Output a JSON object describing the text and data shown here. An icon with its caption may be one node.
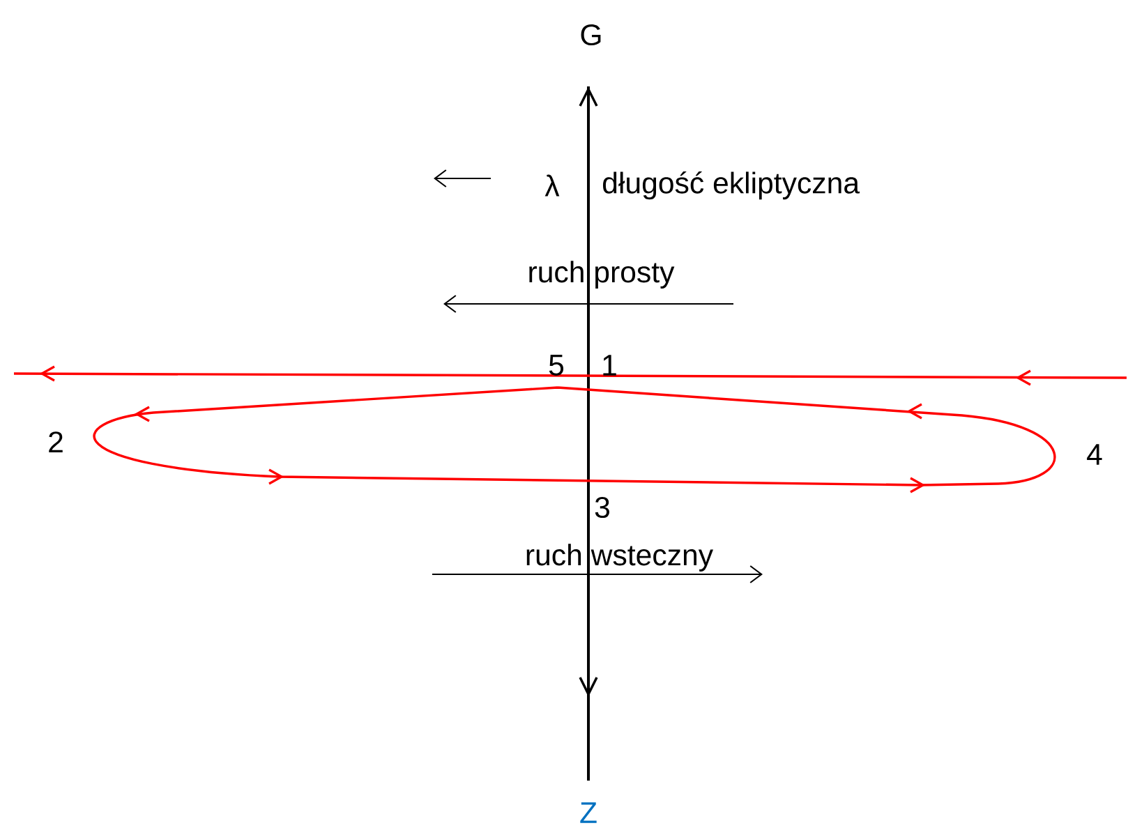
{
  "diagram": {
    "labels": [
      "G",
      "λ",
      "długość ekliptyczna",
      "ruch prosty",
      "5",
      "1",
      "2",
      "4",
      "3",
      "ruch wsteczny",
      "Z"
    ]
  }
}
